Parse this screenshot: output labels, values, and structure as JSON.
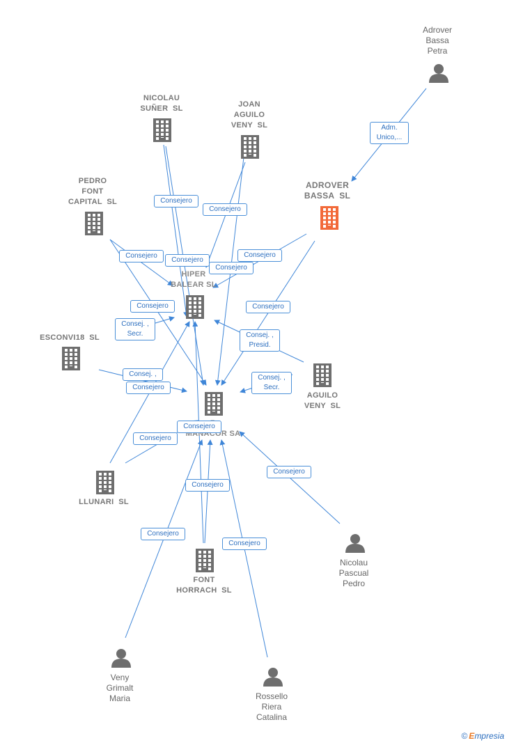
{
  "colors": {
    "edge": "#3f86d8",
    "building": "#6e6e6e",
    "focus": "#f26a3a",
    "person": "#6e6e6e"
  },
  "nodes": {
    "adrover_bassa_petra": {
      "label": "Adrover\nBassa\nPetra",
      "icon": "person-icon"
    },
    "adrover_bassa_sl": {
      "label": "ADROVER\nBASSA  SL",
      "icon": "building-icon"
    },
    "nicolau_suner_sl": {
      "label": "NICOLAU\nSUÑER  SL",
      "icon": "building-icon"
    },
    "joan_aguilo_veny_sl": {
      "label": "JOAN\nAGUILO\nVENY  SL",
      "icon": "building-icon"
    },
    "pedro_font_capital_sl": {
      "label": "PEDRO\nFONT\nCAPITAL  SL",
      "icon": "building-icon"
    },
    "hiper_balear_sl": {
      "label": "HIPER\nBALEAR SL",
      "icon": "building-icon"
    },
    "esconvi18_sl": {
      "label": "ESCONVI18  SL",
      "icon": "building-icon"
    },
    "aguilo_veny_sl": {
      "label": "AGUILO\nVENY  SL",
      "icon": "building-icon"
    },
    "hiper_manacor_sa": {
      "label": "R\nMANACOR SA",
      "icon": "building-icon"
    },
    "llunari_sl": {
      "label": "LLUNARI  SL",
      "icon": "building-icon"
    },
    "font_horrach_sl": {
      "label": "FONT\nHORRACH  SL",
      "icon": "building-icon"
    },
    "nicolau_pascual_pedro": {
      "label": "Nicolau\nPascual\nPedro",
      "icon": "person-icon"
    },
    "veny_grimalt_maria": {
      "label": "Veny\nGrimalt\nMaria",
      "icon": "person-icon"
    },
    "rossello_riera_catalina": {
      "label": "Rossello\nRiera\nCatalina",
      "icon": "person-icon"
    }
  },
  "edge_labels": {
    "adm_unico": "Adm.\nUnico,...",
    "consejero": "Consejero",
    "consej_secr": "Consej. ,\nSecr.",
    "consej_presid": "Consej. ,\nPresid.",
    "consej_trunc": "Consej. ,"
  },
  "footer": {
    "copyright": "©",
    "brand_first": "E",
    "brand_rest": "mpresia"
  }
}
